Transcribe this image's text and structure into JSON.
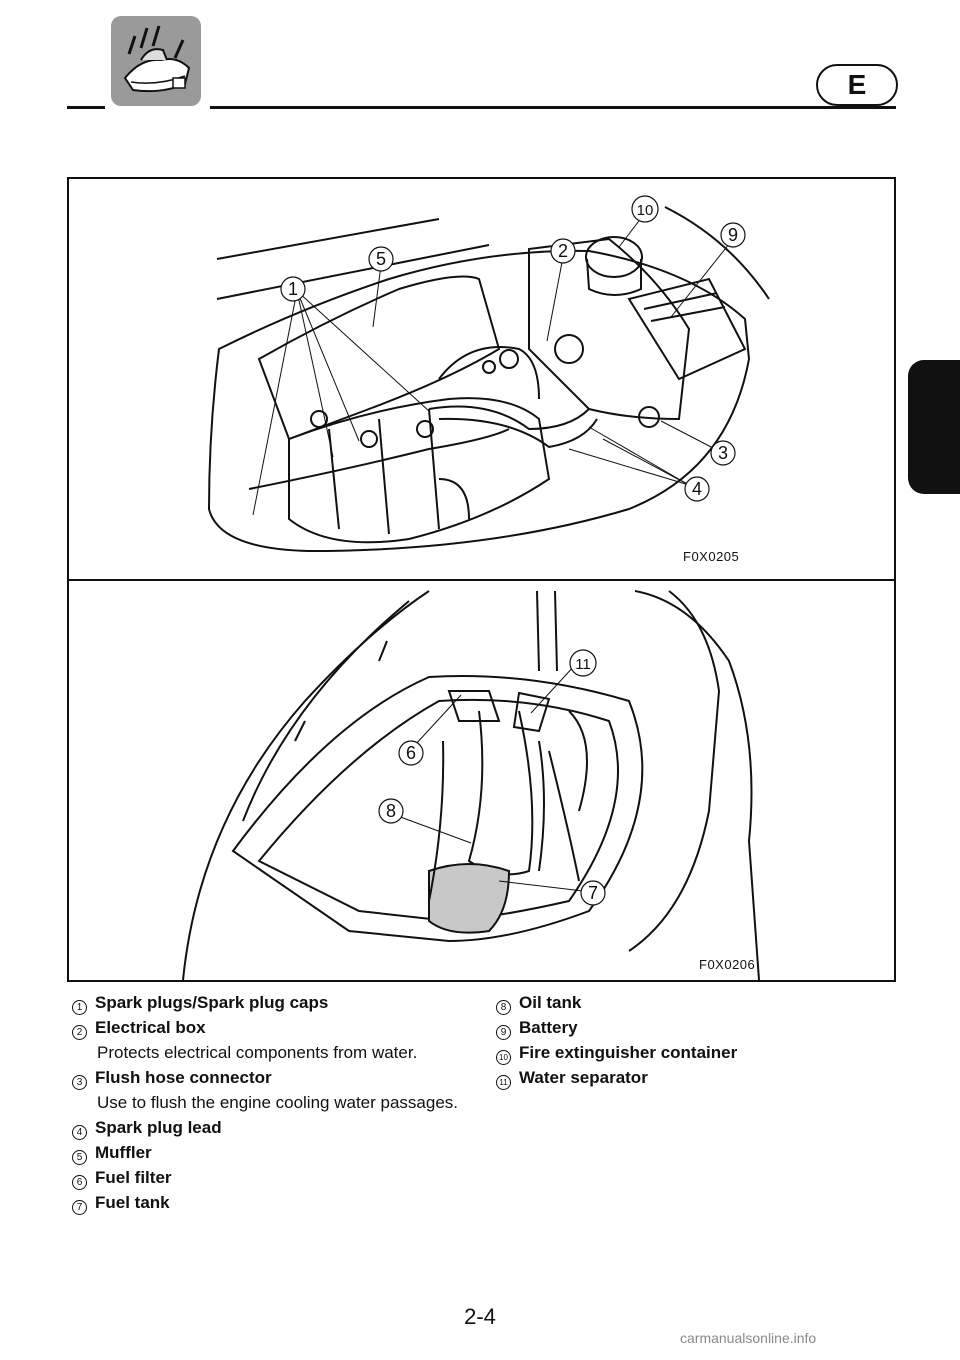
{
  "header": {
    "lang_badge": "E",
    "icon": "watercraft-icon"
  },
  "figures": [
    {
      "code": "F0X0205",
      "callouts": [
        "1",
        "2",
        "3",
        "4",
        "5",
        "9",
        "10"
      ]
    },
    {
      "code": "F0X0206",
      "callouts": [
        "6",
        "7",
        "8",
        "11"
      ]
    }
  ],
  "legend": {
    "left": [
      {
        "num": "1",
        "label": "Spark plugs/Spark plug caps"
      },
      {
        "num": "2",
        "label": "Electrical box",
        "desc": "Protects electrical components from water."
      },
      {
        "num": "3",
        "label": "Flush hose connector",
        "desc": "Use to flush the engine cooling water passages."
      },
      {
        "num": "4",
        "label": "Spark plug lead"
      },
      {
        "num": "5",
        "label": "Muffler"
      },
      {
        "num": "6",
        "label": "Fuel filter"
      },
      {
        "num": "7",
        "label": "Fuel tank"
      }
    ],
    "right": [
      {
        "num": "8",
        "label": "Oil tank"
      },
      {
        "num": "9",
        "label": "Battery"
      },
      {
        "num": "10",
        "label": "Fire extinguisher container"
      },
      {
        "num": "11",
        "label": "Water separator"
      }
    ]
  },
  "page_number": "2-4",
  "watermark": "carmanualsonline.info"
}
